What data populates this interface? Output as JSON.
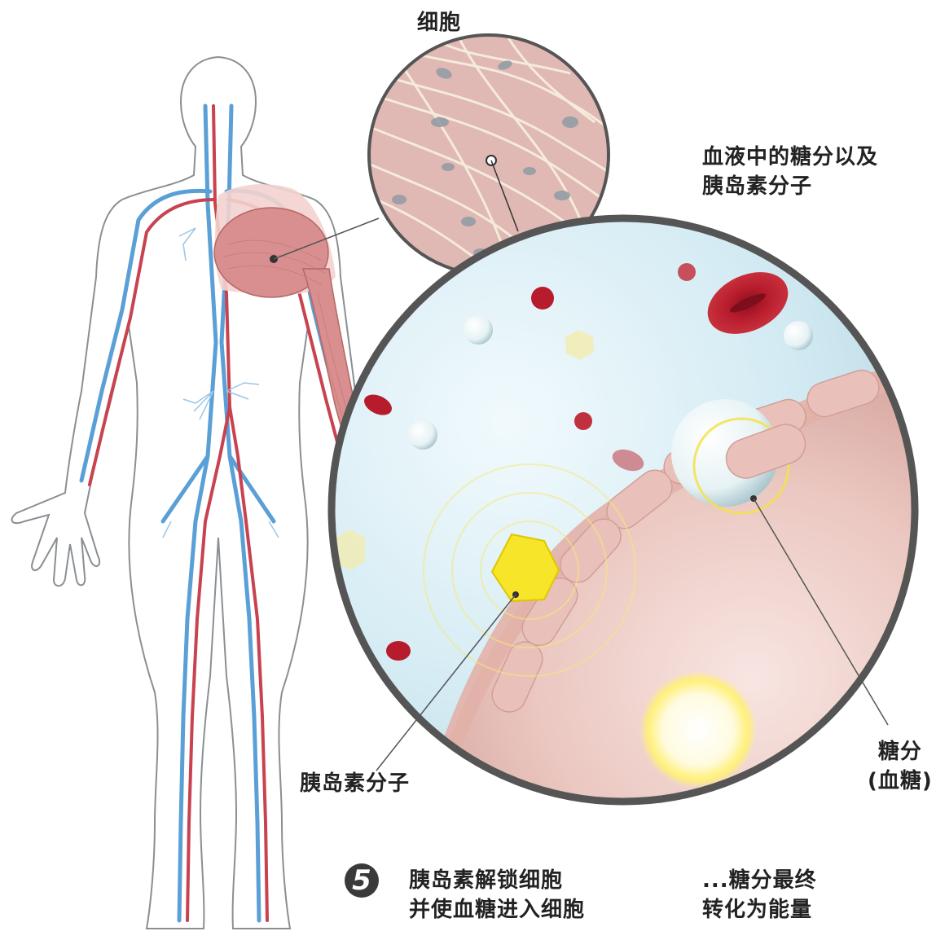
{
  "labels": {
    "cell": "细胞",
    "blood_sugar_insulin": [
      "血液中的糖分以及",
      "胰岛素分子"
    ],
    "insulin_molecule": "胰岛素分子",
    "sugar": [
      "糖分",
      "(血糖)"
    ]
  },
  "step": {
    "number": "5",
    "text": [
      "胰岛素解锁细胞",
      "并使血糖进入细胞"
    ],
    "result": [
      "...糖分最终",
      "转化为能量"
    ]
  },
  "colors": {
    "artery": "#c8424f",
    "vein": "#5a9fd6",
    "muscle": "#d98f8f",
    "blood_cell": "#b71c2c",
    "insulin": "#f7e52a",
    "zoom_ring": "#555555",
    "plasma": "#d6edf5",
    "cell_wall": "#ecc4bb"
  },
  "icons": [
    "body-outline-figure",
    "muscle-zoom-icon",
    "blood-vessel-zoom-icon",
    "insulin-hexagon-icon",
    "sugar-sphere-icon",
    "step-number-badge"
  ]
}
